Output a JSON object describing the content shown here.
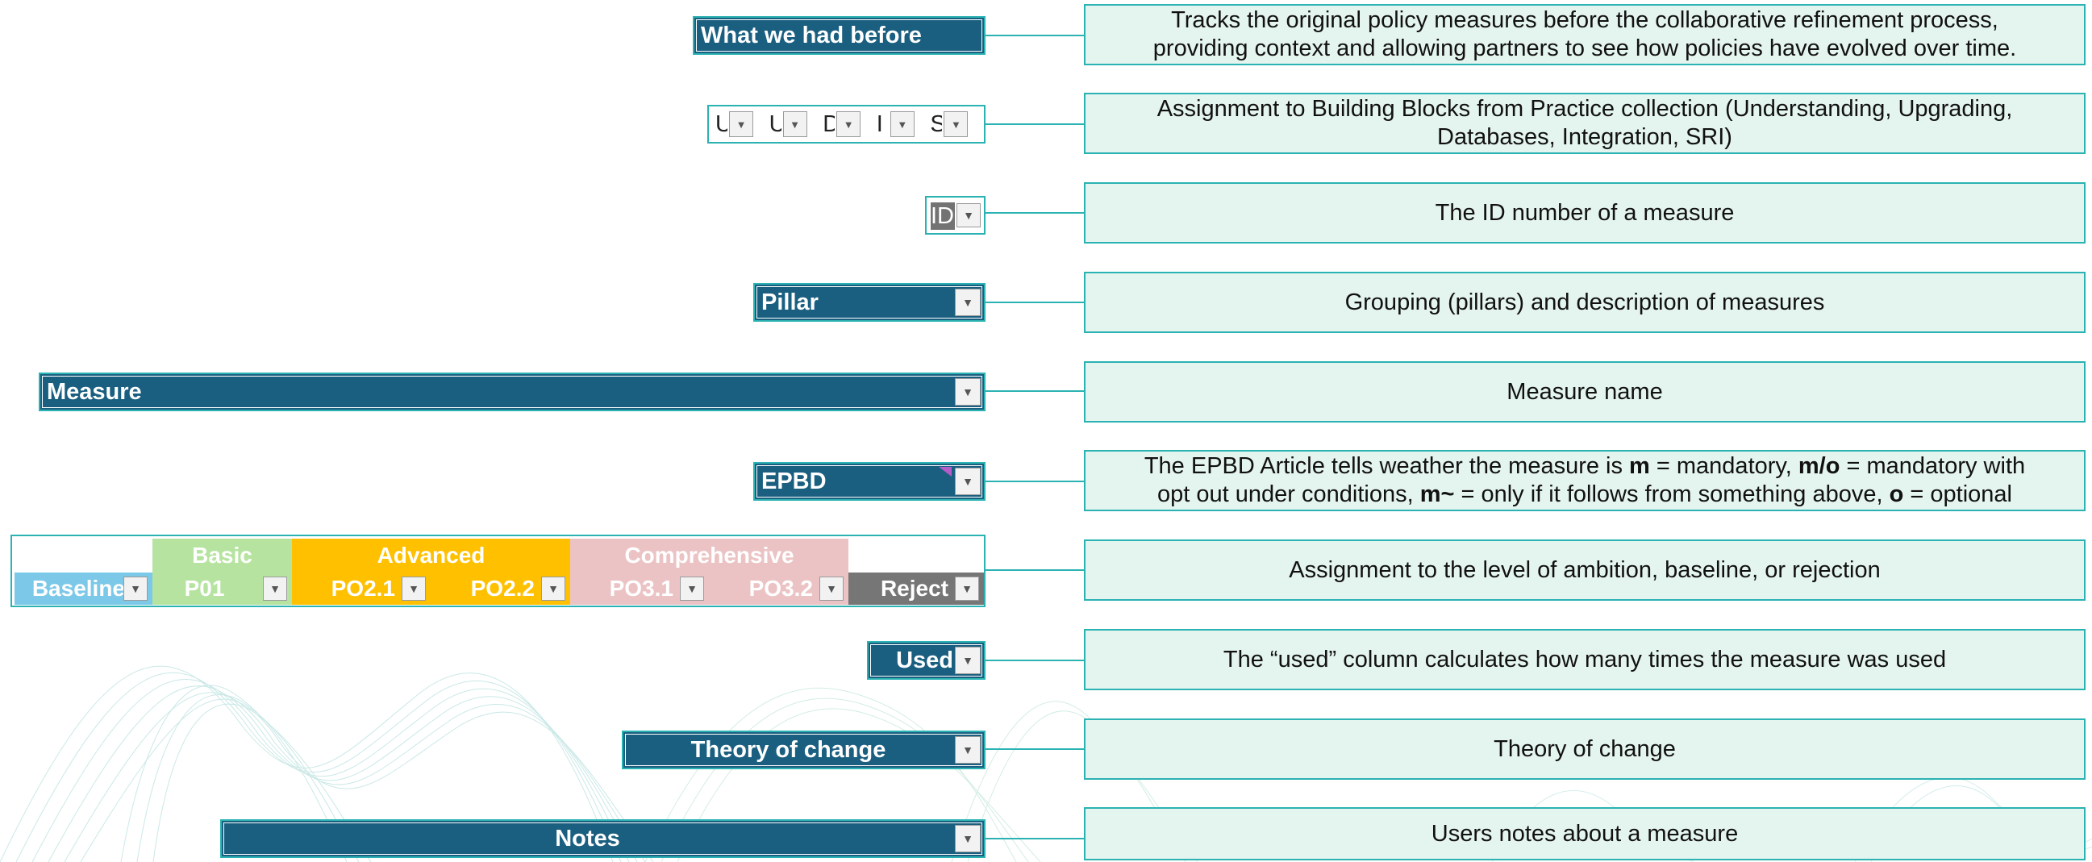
{
  "headers": {
    "before": "What we had before",
    "pillar": "Pillar",
    "measure": "Measure",
    "epbd": "EPBD",
    "used": "Used",
    "theory": "Theory of change",
    "notes": "Notes",
    "id": "ID"
  },
  "building_blocks": [
    "U",
    "U",
    "D",
    "I",
    "S"
  ],
  "levels": {
    "basic": "Basic",
    "advanced": "Advanced",
    "comprehensive": "Comprehensive",
    "baseline": "Baseline",
    "p01": "P01",
    "po21": "PO2.1",
    "po22": "PO2.2",
    "po31": "PO3.1",
    "po32": "PO3.2",
    "reject": "Reject"
  },
  "descriptions": {
    "before_line1": "Tracks the original policy measures before the collaborative refinement process,",
    "before_line2": "providing context and allowing partners to see how policies have evolved over time.",
    "bb_line1": "Assignment to Building Blocks from Practice collection (Understanding, Upgrading,",
    "bb_line2": "Databases, Integration, SRI)",
    "id": "The ID number of a measure",
    "pillar": "Grouping (pillars) and description of measures",
    "measure": "Measure name",
    "epbd_a": "The EPBD Article tells weather the measure is ",
    "epbd_m": "m",
    "epbd_b": " = mandatory, ",
    "epbd_mo": "m/o",
    "epbd_c": " = mandatory with",
    "epbd_d": "opt out under conditions, ",
    "epbd_mt": "m~",
    "epbd_e": " = only if it follows from something above, ",
    "epbd_o": "o",
    "epbd_f": " = optional",
    "level": "Assignment to the level of ambition, baseline, or rejection",
    "used": "The “used” column calculates how many times the measure was used",
    "theory": "Theory of change",
    "notes": "Users notes about a measure"
  },
  "icons": {
    "dropdown": "dropdown-arrow-icon"
  },
  "colors": {
    "header": "#1a5f80",
    "border": "#2bb2b2",
    "desc_bg": "#e4f4ee",
    "basic": "#b6e4a0",
    "advanced": "#ffc000",
    "comprehensive": "#ecc3c4",
    "baseline": "#7cc8e8",
    "reject": "#767676"
  }
}
